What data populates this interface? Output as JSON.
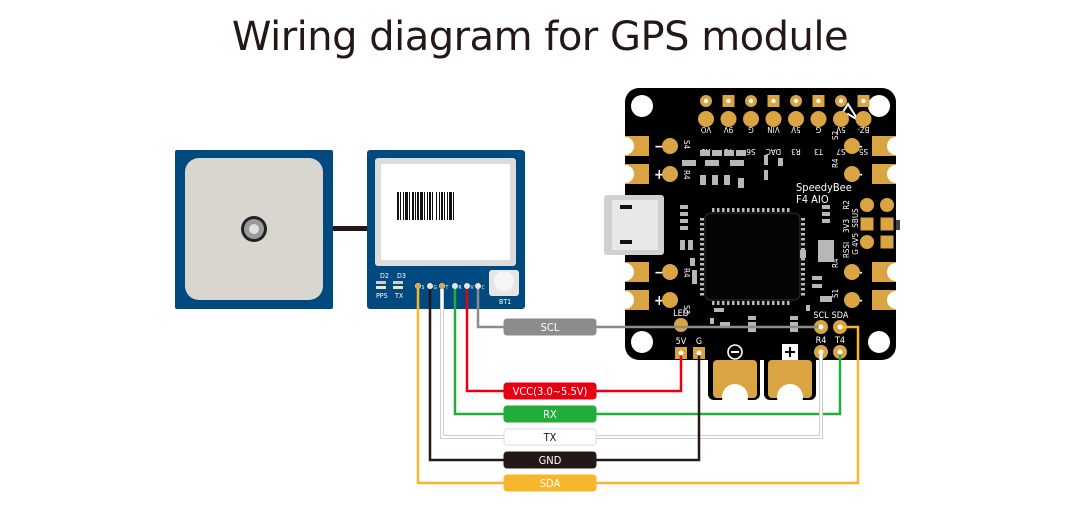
{
  "title": "Wiring diagram for GPS module",
  "gps_module": {
    "led_labels": [
      "D2",
      "D3"
    ],
    "led_names": [
      "PPS",
      "TX"
    ],
    "pin_labels": [
      "S",
      "G",
      "T",
      "R",
      "V",
      "C"
    ],
    "battery_label": "BT1"
  },
  "flight_controller": {
    "brand": "SpeedyBee",
    "model": "F4 AIO",
    "top_pad_labels_row1": [
      "R1",
      "T1",
      "S6",
      "DAC",
      "R3",
      "T3",
      "S7",
      "S5"
    ],
    "top_pad_labels_row2": [
      "VO",
      "9V",
      "G",
      "VIN",
      "5V",
      "G",
      "5V",
      "BZ-"
    ],
    "left_labels": [
      "S4",
      "R4",
      "R4",
      "S3"
    ],
    "right_labels": [
      "S2",
      "R4",
      "R4",
      "S1"
    ],
    "right_header_labels": [
      "R2",
      "SBUS",
      "3V3",
      "4V5",
      "RSSI",
      "G"
    ],
    "bottom_pad_labels": [
      "LED",
      "5V",
      "G",
      "SCL",
      "SDA",
      "R4",
      "T4"
    ],
    "battery_minus": "−",
    "battery_plus": "+",
    "motor_minus": "−",
    "motor_plus": "+"
  },
  "wires": [
    {
      "label": "SCL",
      "color": "#8c8c8c",
      "text_color": "#ffffff",
      "from": "GPS C",
      "to": "SCL"
    },
    {
      "label": "VCC(3.0~5.5V)",
      "color": "#e60012",
      "text_color": "#ffffff",
      "from": "GPS V",
      "to": "5V"
    },
    {
      "label": "RX",
      "color": "#22ac38",
      "text_color": "#ffffff",
      "from": "GPS R",
      "to": "T4"
    },
    {
      "label": "TX",
      "color": "#ffffff",
      "text_color": "#231815",
      "from": "GPS T",
      "to": "R4"
    },
    {
      "label": "GND",
      "color": "#231815",
      "text_color": "#ffffff",
      "from": "GPS G",
      "to": "G"
    },
    {
      "label": "SDA",
      "color": "#f8b62d",
      "text_color": "#ffffff",
      "from": "GPS S",
      "to": "SDA"
    }
  ],
  "colors": {
    "gps_board": "#004a7f",
    "fc_board": "#000000",
    "pad_gold": "#d9a441",
    "title_text": "#231815"
  }
}
